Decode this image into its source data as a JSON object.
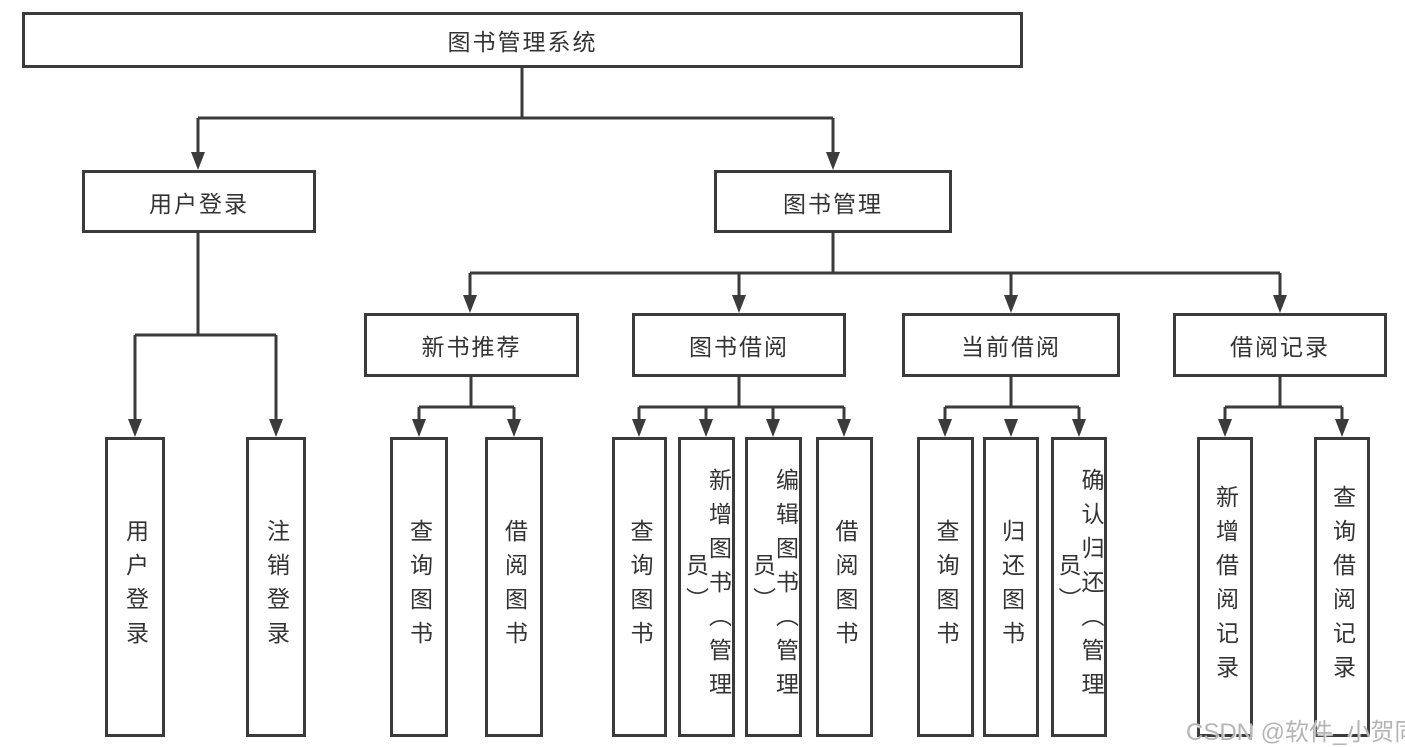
{
  "root": {
    "label": "图书管理系统"
  },
  "level2": {
    "user_login": {
      "label": "用户登录"
    },
    "book_management": {
      "label": "图书管理"
    }
  },
  "level3": {
    "new_book_recommend": {
      "label": "新书推荐"
    },
    "book_borrowing": {
      "label": "图书借阅"
    },
    "current_borrowing": {
      "label": "当前借阅"
    },
    "borrowing_records": {
      "label": "借阅记录"
    }
  },
  "leaves": {
    "user_login": {
      "label": "用户登录"
    },
    "logout": {
      "label": "注销登录"
    },
    "query_books_rec": {
      "label": "查询图书"
    },
    "borrow_books_rec": {
      "label": "借阅图书"
    },
    "query_books_borrow": {
      "label": "查询图书"
    },
    "add_books_admin": {
      "label": "新增图书（管理员）"
    },
    "edit_books_admin": {
      "label": "编辑图书（管理员）"
    },
    "borrow_books_borrow": {
      "label": "借阅图书"
    },
    "query_books_current": {
      "label": "查询图书"
    },
    "return_books": {
      "label": "归还图书"
    },
    "confirm_return_admin": {
      "label": "确认归还（管理员）"
    },
    "add_borrow_record": {
      "label": "新增借阅记录"
    },
    "query_borrow_record": {
      "label": "查询借阅记录"
    }
  },
  "watermark": {
    "label": "CSDN @软件_小贺同学"
  },
  "colors": {
    "line": "#3b3b3b",
    "box_border": "#3b3b3b",
    "text": "#333333",
    "watermark_text": "#b5b5b5",
    "background": "#ffffff"
  },
  "tree": {
    "图书管理系统": {
      "用户登录": [
        "用户登录",
        "注销登录"
      ],
      "图书管理": {
        "新书推荐": [
          "查询图书",
          "借阅图书"
        ],
        "图书借阅": [
          "查询图书",
          "新增图书（管理员）",
          "编辑图书（管理员）",
          "借阅图书"
        ],
        "当前借阅": [
          "查询图书",
          "归还图书",
          "确认归还（管理员）"
        ],
        "借阅记录": [
          "新增借阅记录",
          "查询借阅记录"
        ]
      }
    }
  }
}
